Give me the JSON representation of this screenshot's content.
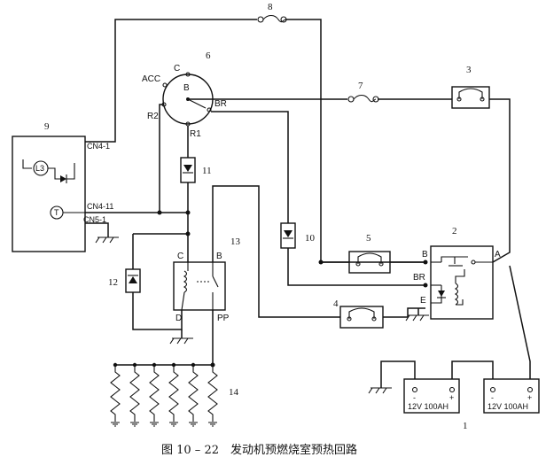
{
  "caption": "图 10 – 22　发动机预燃烧室预热回路",
  "component_numbers": {
    "n1": "1",
    "n2": "2",
    "n3": "3",
    "n4": "4",
    "n5": "5",
    "n6": "6",
    "n7": "7",
    "n8": "8",
    "n9": "9",
    "n10": "10",
    "n11": "11",
    "n12": "12",
    "n13": "13",
    "n14": "14"
  },
  "switch_terminals": {
    "acc": "ACC",
    "c": "C",
    "b": "B",
    "r2": "R2",
    "r1": "R1",
    "br": "BR"
  },
  "controller": {
    "cn4_1": "CN4-1",
    "cn4_11": "CN4-11",
    "cn5_1": "CN5-1",
    "lamp": "L3",
    "sensor": "T"
  },
  "relay13": {
    "c": "C",
    "b": "B",
    "d": "D",
    "pp": "PP"
  },
  "relay2": {
    "b": "B",
    "br": "BR",
    "e": "E",
    "a": "A"
  },
  "batteries": [
    {
      "label": "12V  100AH",
      "neg": "-",
      "pos": "+"
    },
    {
      "label": "12V  100AH",
      "neg": "-",
      "pos": "+"
    }
  ]
}
